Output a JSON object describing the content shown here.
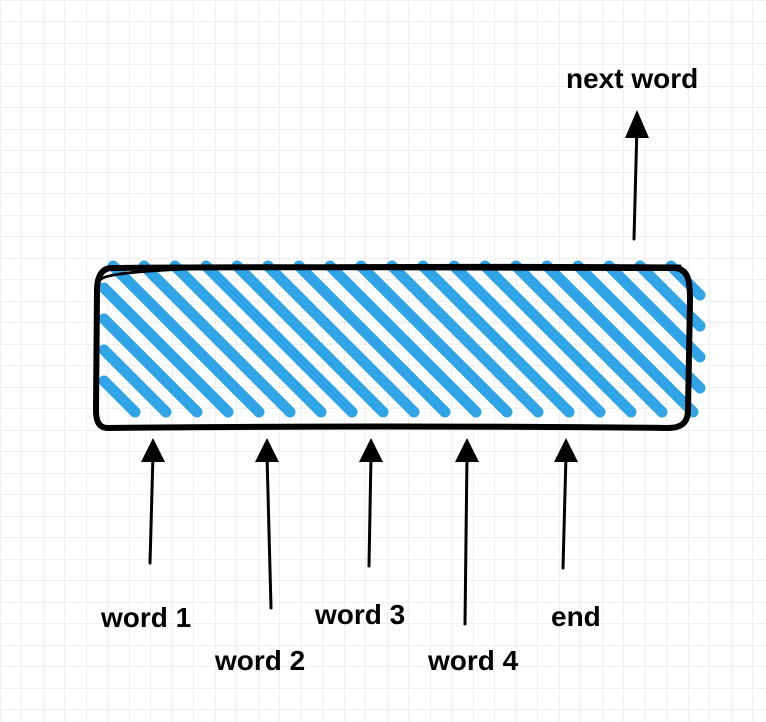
{
  "colors": {
    "background": "#ffffff",
    "grid": "#e2e2e2",
    "hatch": "#2fa4e7",
    "outline": "#000000",
    "arrow": "#000000"
  },
  "labels": {
    "next_word": "next word",
    "word_1": "word 1",
    "word_2": "word 2",
    "word_3": "word 3",
    "word_4": "word 4",
    "end": "end"
  }
}
